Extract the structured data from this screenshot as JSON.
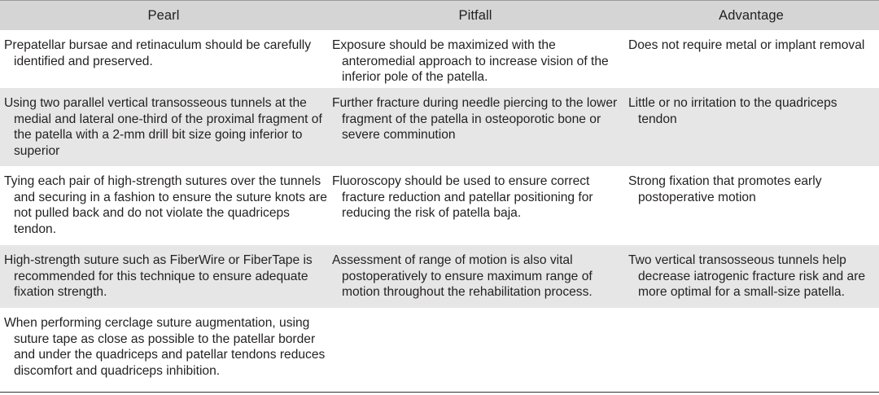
{
  "table": {
    "headers": [
      "Pearl",
      "Pitfall",
      "Advantage"
    ],
    "rows": [
      [
        "Prepatellar bursae and retinaculum should be carefully identified and preserved.",
        "Exposure should be maximized with the anteromedial approach to increase vision of the inferior pole of the patella.",
        "Does not require metal or implant removal"
      ],
      [
        "Using two parallel vertical transosseous tunnels at the medial and lateral one-third of the proximal fragment of the patella with a 2-mm drill bit size going inferior to superior",
        "Further fracture during needle piercing to the lower fragment of the patella in osteoporotic bone or severe comminution",
        "Little or no irritation to the quadriceps tendon"
      ],
      [
        "Tying each pair of high-strength sutures over the tunnels and securing in a fashion to ensure the suture knots are not pulled back and do not violate the quadriceps tendon.",
        "Fluoroscopy should be used to ensure correct fracture reduction and patellar positioning for reducing the risk of patella baja.",
        "Strong fixation that promotes early postoperative motion"
      ],
      [
        "High-strength suture such as FiberWire or FiberTape is recommended for this technique to ensure adequate fixation strength.",
        "Assessment of range of motion is also vital postoperatively to ensure maximum range of motion throughout the rehabilitation process.",
        "Two vertical transosseous tunnels help decrease iatrogenic fracture risk and are more optimal for a small-size patella."
      ],
      [
        "When performing cerclage suture augmentation, using suture tape as close as possible to the patellar border and under the quadriceps and patellar tendons reduces discomfort and quadriceps inhibition.",
        "",
        ""
      ]
    ]
  }
}
